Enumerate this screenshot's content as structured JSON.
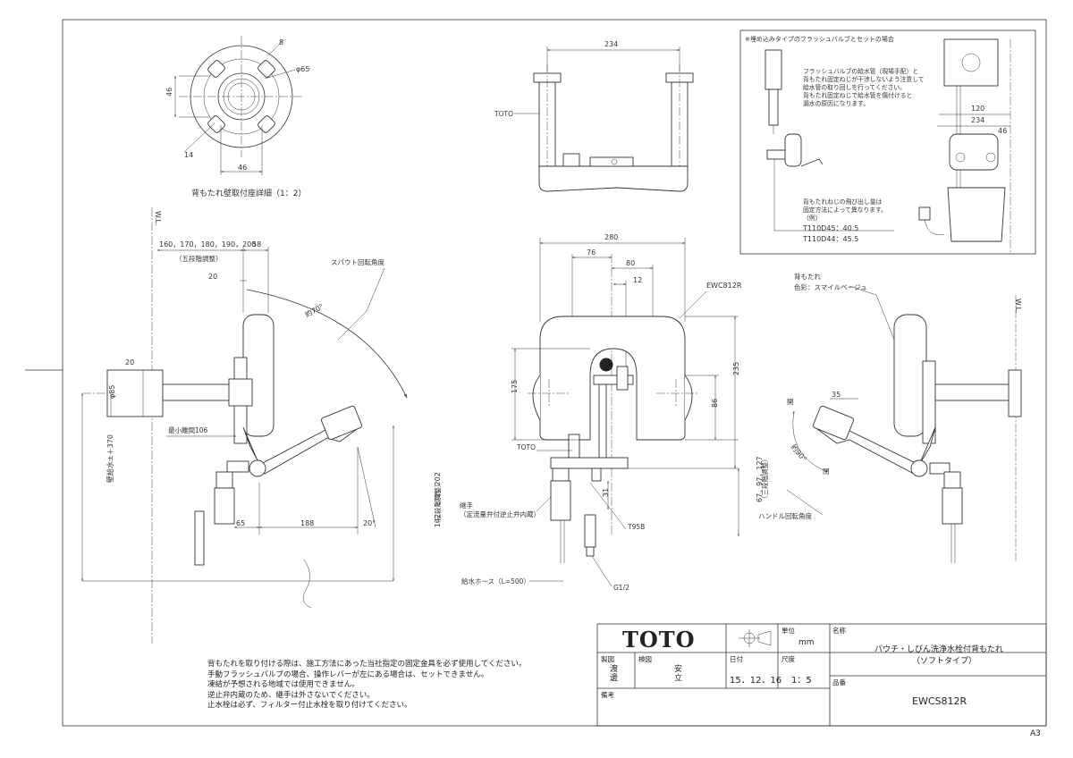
{
  "top_view": {
    "detail_caption": "背もたれ壁取付座詳細（1：2）",
    "dim_46_v": "46",
    "dim_46_h": "46",
    "dim_8": "8",
    "dim_14": "14",
    "dim_phi65": "φ65",
    "dim_234": "234",
    "label_toto": "TOTO"
  },
  "inset": {
    "title": "※埋め込みタイプのフラッシュバルブとセットの場合",
    "note1": [
      "フラッシュバルブの給水管（現場手配）と",
      "背もたれ固定ねじが干渉しないよう注意して",
      "給水管の取り回しを行ってください。",
      "背もたれ固定ねじで給水管を傷付けると",
      "漏水の原因になります。"
    ],
    "note2": [
      "背もたれねじの飛び出し量は",
      "固定方法によって異なります。",
      "（例）"
    ],
    "example1": "T110D45：40.5",
    "example2": "T110D44：45.5",
    "dim_120": "120",
    "dim_234": "234",
    "dim_46": "46"
  },
  "side_view": {
    "wl": "W.L.",
    "dim_160": "160，170，180，190，200",
    "dim_160_sub": "（五段階調整）",
    "dim_58": "58",
    "dim_20_top": "20",
    "dim_20_wall": "20",
    "dim_phi85": "φ85",
    "label_spout": "スパウト回転角度",
    "dim_70": "約70°",
    "label_min": "最小離間106",
    "dim_65": "65",
    "dim_188": "188",
    "dim_20deg": "20°",
    "dim_142": "142，172，202",
    "dim_142_sub": "（三段階調整）",
    "dim_wall": "壁給水±＋370"
  },
  "front_view": {
    "dim_280": "280",
    "dim_76": "76",
    "dim_80": "80",
    "dim_12": "12",
    "model_label": "EWC812R",
    "dim_175": "175",
    "dim_235": "235",
    "dim_86": "86",
    "label_toto": "TOTO",
    "dim_31": "31",
    "label_joint": "継手",
    "label_joint_sub": "（定流量弁付逆止弁内蔵）",
    "label_t95b": "T95B",
    "dim_67": "67，97，127",
    "dim_67_sub": "（三段階調整）",
    "label_hose": "給水ホース（L=500）",
    "label_g12": "G1/2"
  },
  "right_view": {
    "wl": "W.L.",
    "label_back": "背もたれ",
    "label_color": "色彩：スマイルベージュ",
    "label_open": "開",
    "label_close": "閉",
    "dim_35": "35",
    "dim_90": "約90°",
    "label_handle": "ハンドル回転角度"
  },
  "notes": [
    "背もたれを取り付ける際は、施工方法にあった当社指定の固定金具を必ず使用してください。",
    "手動フラッシュバルブの場合、操作レバーが左にある場合は、セットできません。",
    "凍結が予想される地域では使用できません。",
    "逆止弁内蔵のため、継手は外さないでください。",
    "止水栓は必ず、フィルター付止水栓を取り付けてください。"
  ],
  "title_block": {
    "logo": "TOTO",
    "unit_label": "単位",
    "unit": "mm",
    "name_label": "名称",
    "name_line1": "パウチ・しびん洗浄水栓付背もたれ",
    "name_line2": "（ソフトタイプ）",
    "drawn_label": "製図",
    "drawn": "渡邊",
    "checked_label": "検図",
    "checked": "安立",
    "date_label": "日付",
    "date": "15．12．16",
    "scale_label": "尺度",
    "scale": "1：5",
    "part_label": "品番",
    "part_no": "EWCS812R",
    "remarks_label": "備考",
    "sheet_size": "A3"
  }
}
